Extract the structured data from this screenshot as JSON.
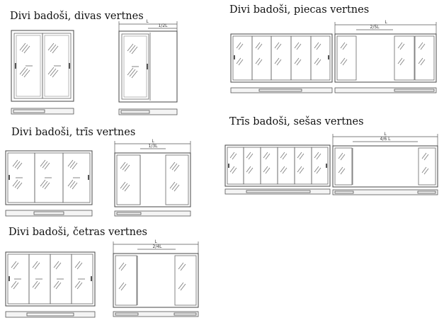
{
  "sections": [
    {
      "id": "two-sash",
      "title": "Divi badoši, divas vertnes",
      "dim_total": "L",
      "dim_part": "1/2L"
    },
    {
      "id": "five-sash",
      "title": "Divi badoši, piecas vertnes",
      "dim_total": "L",
      "dim_part": "2/5L"
    },
    {
      "id": "three-sash",
      "title": "Divi badoši, trīs vertnes",
      "dim_total": "L",
      "dim_part": "1/3L"
    },
    {
      "id": "six-sash",
      "title": "Trīs badoši, sešas vertnes",
      "dim_total": "L",
      "dim_part": "4/6 L"
    },
    {
      "id": "four-sash",
      "title": "Divi badoši, četras vertnes",
      "dim_total": "L",
      "dim_part": "2/4L"
    }
  ]
}
